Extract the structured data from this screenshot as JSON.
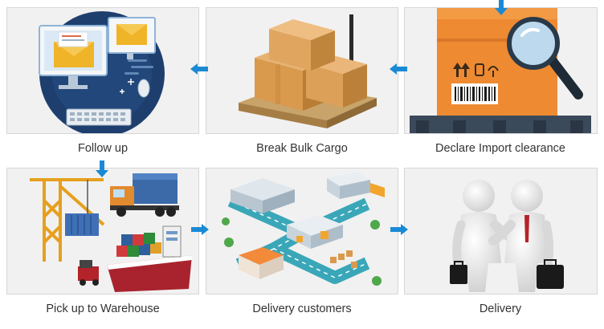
{
  "steps": [
    {
      "label": "Follow up"
    },
    {
      "label": "Break Bulk Cargo"
    },
    {
      "label": "Declare Import clearance"
    },
    {
      "label": "Pick up to Warehouse"
    },
    {
      "label": "Delivery customers"
    },
    {
      "label": "Delivery"
    }
  ],
  "colors": {
    "arrow": "#1a8ad4",
    "panel_bg": "#f1f1f1",
    "caption_text": "#333333"
  }
}
